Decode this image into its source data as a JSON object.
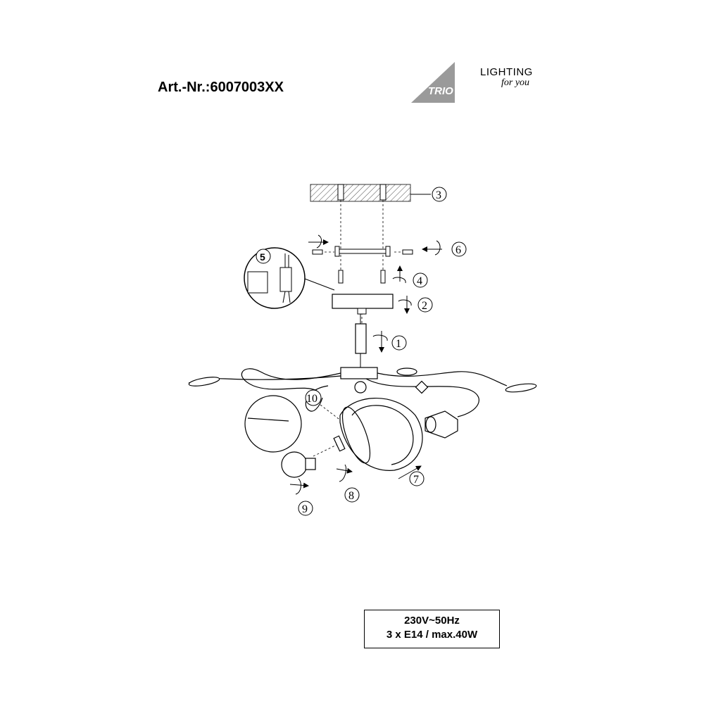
{
  "header": {
    "article_number": "Art.-Nr.:6007003XX"
  },
  "logo": {
    "brand": "TRIO",
    "line1": "LIGHTING",
    "line2": "for you",
    "color": "#9a9a9a"
  },
  "callouts": {
    "step1": "1",
    "step2": "2",
    "step3": "3",
    "step4": "4",
    "step5": "5",
    "step6": "6",
    "step7": "7",
    "step8": "8",
    "step9": "9",
    "step10": "10"
  },
  "specs": {
    "line1": "230V~50Hz",
    "line2": "3 x E14 / max.40W"
  }
}
